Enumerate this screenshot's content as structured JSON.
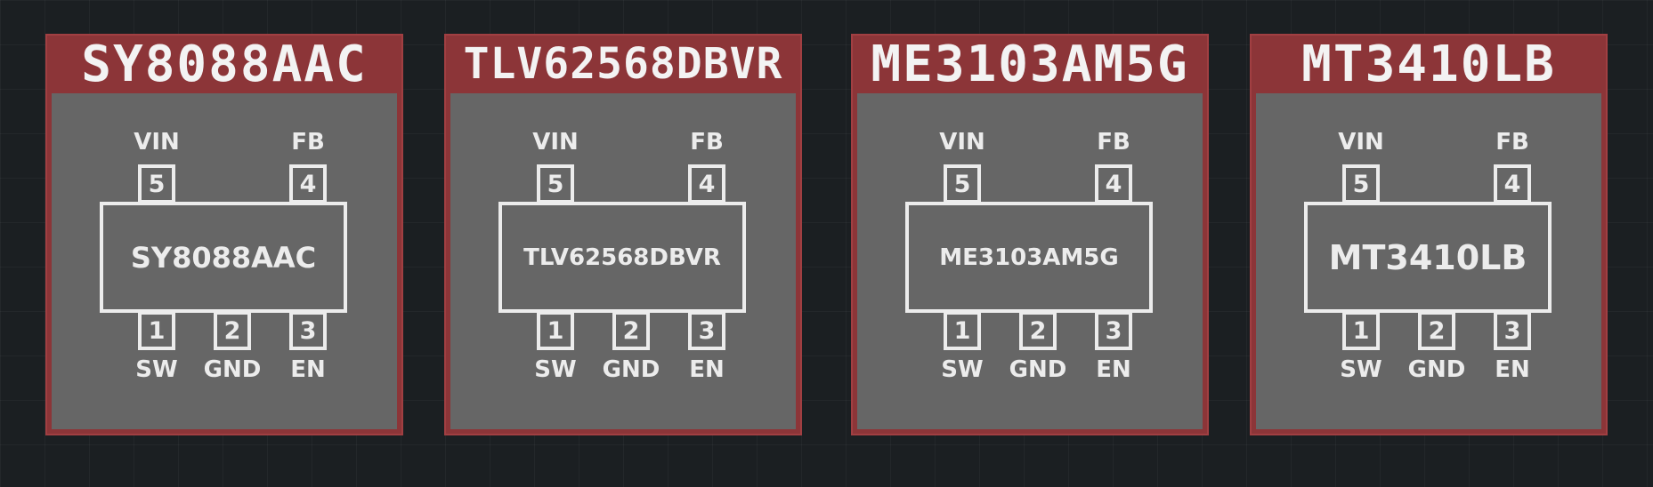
{
  "chips": [
    {
      "title": "SY8088AAC",
      "label": "SY8088AAC",
      "pins": {
        "vin": {
          "num": "5",
          "name": "VIN"
        },
        "fb": {
          "num": "4",
          "name": "FB"
        },
        "sw": {
          "num": "1",
          "name": "SW"
        },
        "gnd": {
          "num": "2",
          "name": "GND"
        },
        "en": {
          "num": "3",
          "name": "EN"
        }
      }
    },
    {
      "title": "TLV62568DBVR",
      "label": "TLV62568DBVR",
      "pins": {
        "vin": {
          "num": "5",
          "name": "VIN"
        },
        "fb": {
          "num": "4",
          "name": "FB"
        },
        "sw": {
          "num": "1",
          "name": "SW"
        },
        "gnd": {
          "num": "2",
          "name": "GND"
        },
        "en": {
          "num": "3",
          "name": "EN"
        }
      }
    },
    {
      "title": "ME3103AM5G",
      "label": "ME3103AM5G",
      "pins": {
        "vin": {
          "num": "5",
          "name": "VIN"
        },
        "fb": {
          "num": "4",
          "name": "FB"
        },
        "sw": {
          "num": "1",
          "name": "SW"
        },
        "gnd": {
          "num": "2",
          "name": "GND"
        },
        "en": {
          "num": "3",
          "name": "EN"
        }
      }
    },
    {
      "title": "MT3410LB",
      "label": "MT3410LB",
      "pins": {
        "vin": {
          "num": "5",
          "name": "VIN"
        },
        "fb": {
          "num": "4",
          "name": "FB"
        },
        "sw": {
          "num": "1",
          "name": "SW"
        },
        "gnd": {
          "num": "2",
          "name": "GND"
        },
        "en": {
          "num": "3",
          "name": "EN"
        }
      }
    }
  ],
  "colors": {
    "background": "#1b1f22",
    "card_header": "#8c3538",
    "card_body": "#666666",
    "line": "#ececec"
  }
}
